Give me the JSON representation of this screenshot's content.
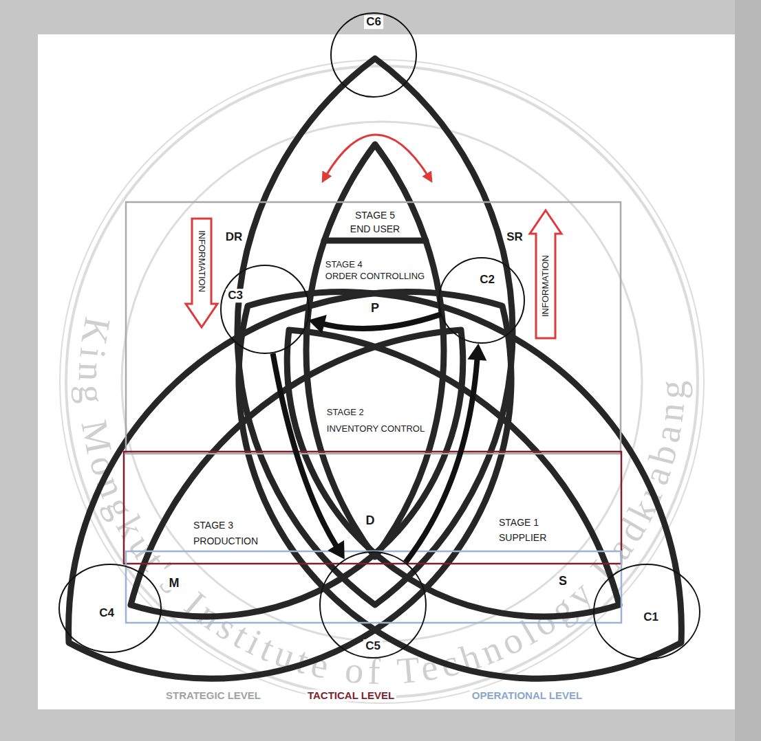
{
  "diagram": {
    "nodes": [
      {
        "text": [
          "C6"
        ]
      },
      {
        "text": [
          "INFORMATION"
        ]
      },
      {
        "text": [
          "INFORMATION"
        ]
      },
      {
        "text": [
          "C3"
        ]
      },
      {
        "text": [
          "C2"
        ]
      },
      {
        "text": [
          "C4"
        ]
      },
      {
        "text": [
          "C5"
        ]
      },
      {
        "text": [
          "C1"
        ]
      }
    ],
    "edges": [
      {
        "from": 4,
        "to": 3,
        "arrow": "to"
      },
      {
        "from": 3,
        "to": 6,
        "arrow": "to"
      },
      {
        "from": 6,
        "to": 4,
        "arrow": "to"
      }
    ],
    "labels": [
      "DR",
      "SR",
      "STAGE 5 END USER",
      "STAGE 4 ORDER CONTROLLING",
      "P",
      "STAGE 2 INVENTORY CONTROL",
      "D",
      "STAGE 3 PRODUCTION",
      "STAGE 1 SUPPLIER",
      "M",
      "S",
      "STRATEGIC LEVEL",
      "TACTICAL LEVEL",
      "OPERATIONAL LEVEL",
      "King Mongkut's Institute of Technology Ladkrabang"
    ]
  }
}
